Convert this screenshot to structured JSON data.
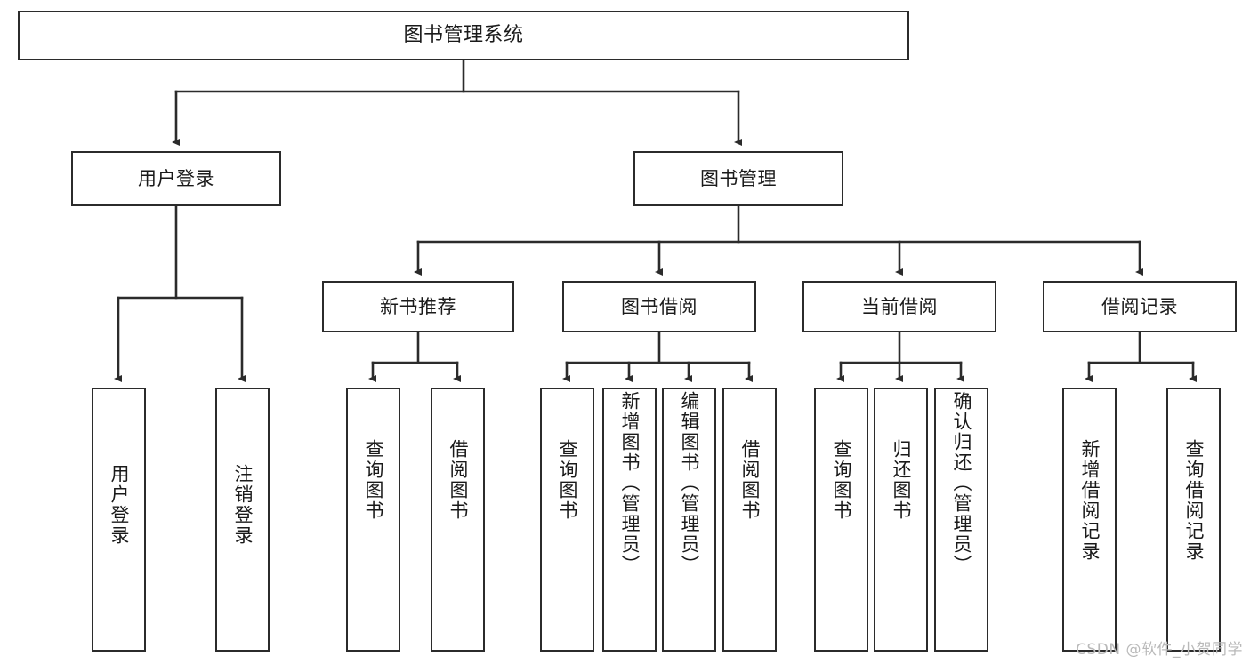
{
  "diagram": {
    "title": "图书管理系统",
    "type": "functional-structure-tree",
    "root": {
      "label": "图书管理系统"
    },
    "level2": [
      {
        "label": "用户登录"
      },
      {
        "label": "图书管理"
      }
    ],
    "level3": [
      {
        "label": "新书推荐"
      },
      {
        "label": "图书借阅"
      },
      {
        "label": "当前借阅"
      },
      {
        "label": "借阅记录"
      }
    ],
    "leaves": {
      "user_login": [
        {
          "label": "用户登录"
        },
        {
          "label": "注销登录"
        }
      ],
      "new_book_recommend": [
        {
          "label": "查询图书"
        },
        {
          "label": "借阅图书"
        }
      ],
      "book_borrow": [
        {
          "label": "查询图书"
        },
        {
          "label": "新增图书（管理员）"
        },
        {
          "label": "编辑图书（管理员）"
        },
        {
          "label": "借阅图书"
        }
      ],
      "current_borrow": [
        {
          "label": "查询图书"
        },
        {
          "label": "归还图书"
        },
        {
          "label": "确认归还（管理员）"
        }
      ],
      "borrow_record": [
        {
          "label": "新增借阅记录"
        },
        {
          "label": "查询借阅记录"
        }
      ]
    }
  },
  "watermark": {
    "text": "CSDN @软件_小贺同学"
  },
  "colors": {
    "box_border": "#2b2b2b",
    "box_fill": "#ffffff",
    "edge": "#2b2b2b",
    "text": "#1a1a1a",
    "watermark": "#b9b9b9",
    "background": "#ffffff"
  }
}
